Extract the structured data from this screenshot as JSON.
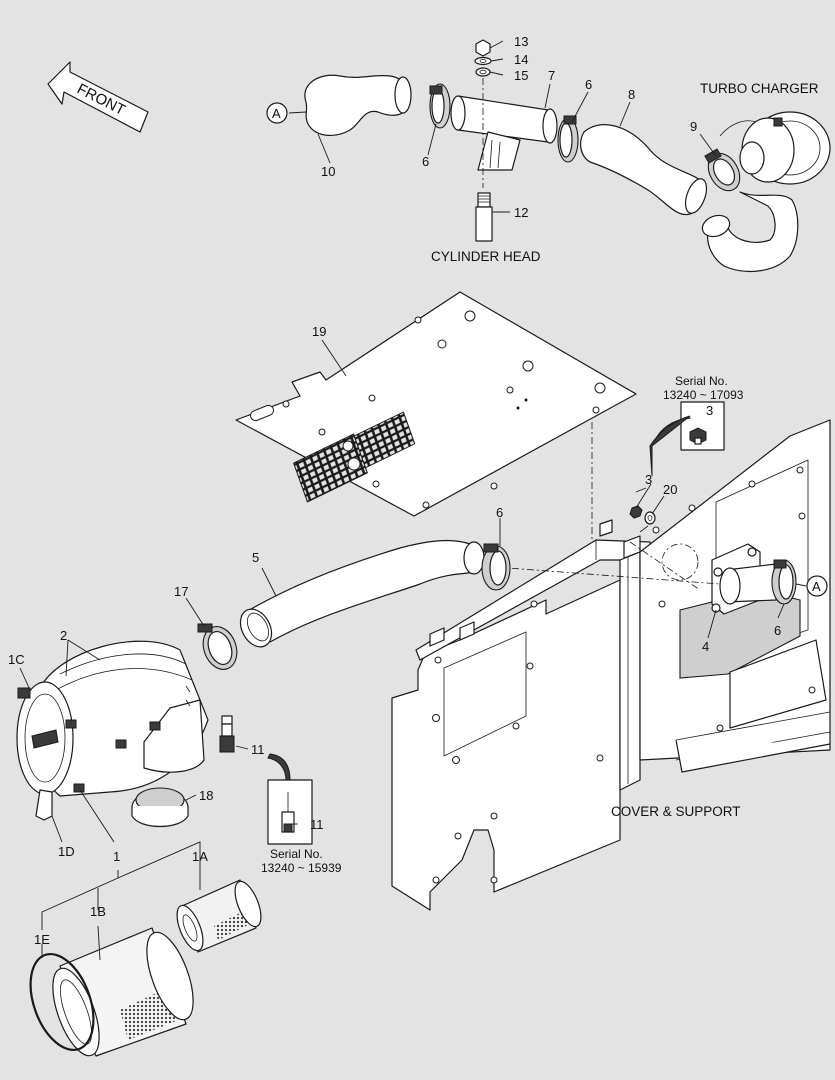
{
  "captions": {
    "turbo_charger": "TURBO CHARGER",
    "cylinder_head": "CYLINDER HEAD",
    "cover_support": "COVER & SUPPORT",
    "front": "FRONT",
    "serial_label": "Serial No.",
    "serial_range_3": "13240 ~ 17093",
    "serial_range_11": "13240 ~ 15939"
  },
  "callout": {
    "a": "A"
  },
  "part_numbers": {
    "p13": "13",
    "p14": "14",
    "p15": "15",
    "p7": "7",
    "p6": "6",
    "p8": "8",
    "p9": "9",
    "p10": "10",
    "p12": "12",
    "p19": "19",
    "p3": "3",
    "p20": "20",
    "p5": "5",
    "p17": "17",
    "p2": "2",
    "p1C": "1C",
    "p11": "11",
    "p18": "18",
    "p1D": "1D",
    "p1": "1",
    "p1A": "1A",
    "p1B": "1B",
    "p1E": "1E",
    "p4": "4"
  }
}
